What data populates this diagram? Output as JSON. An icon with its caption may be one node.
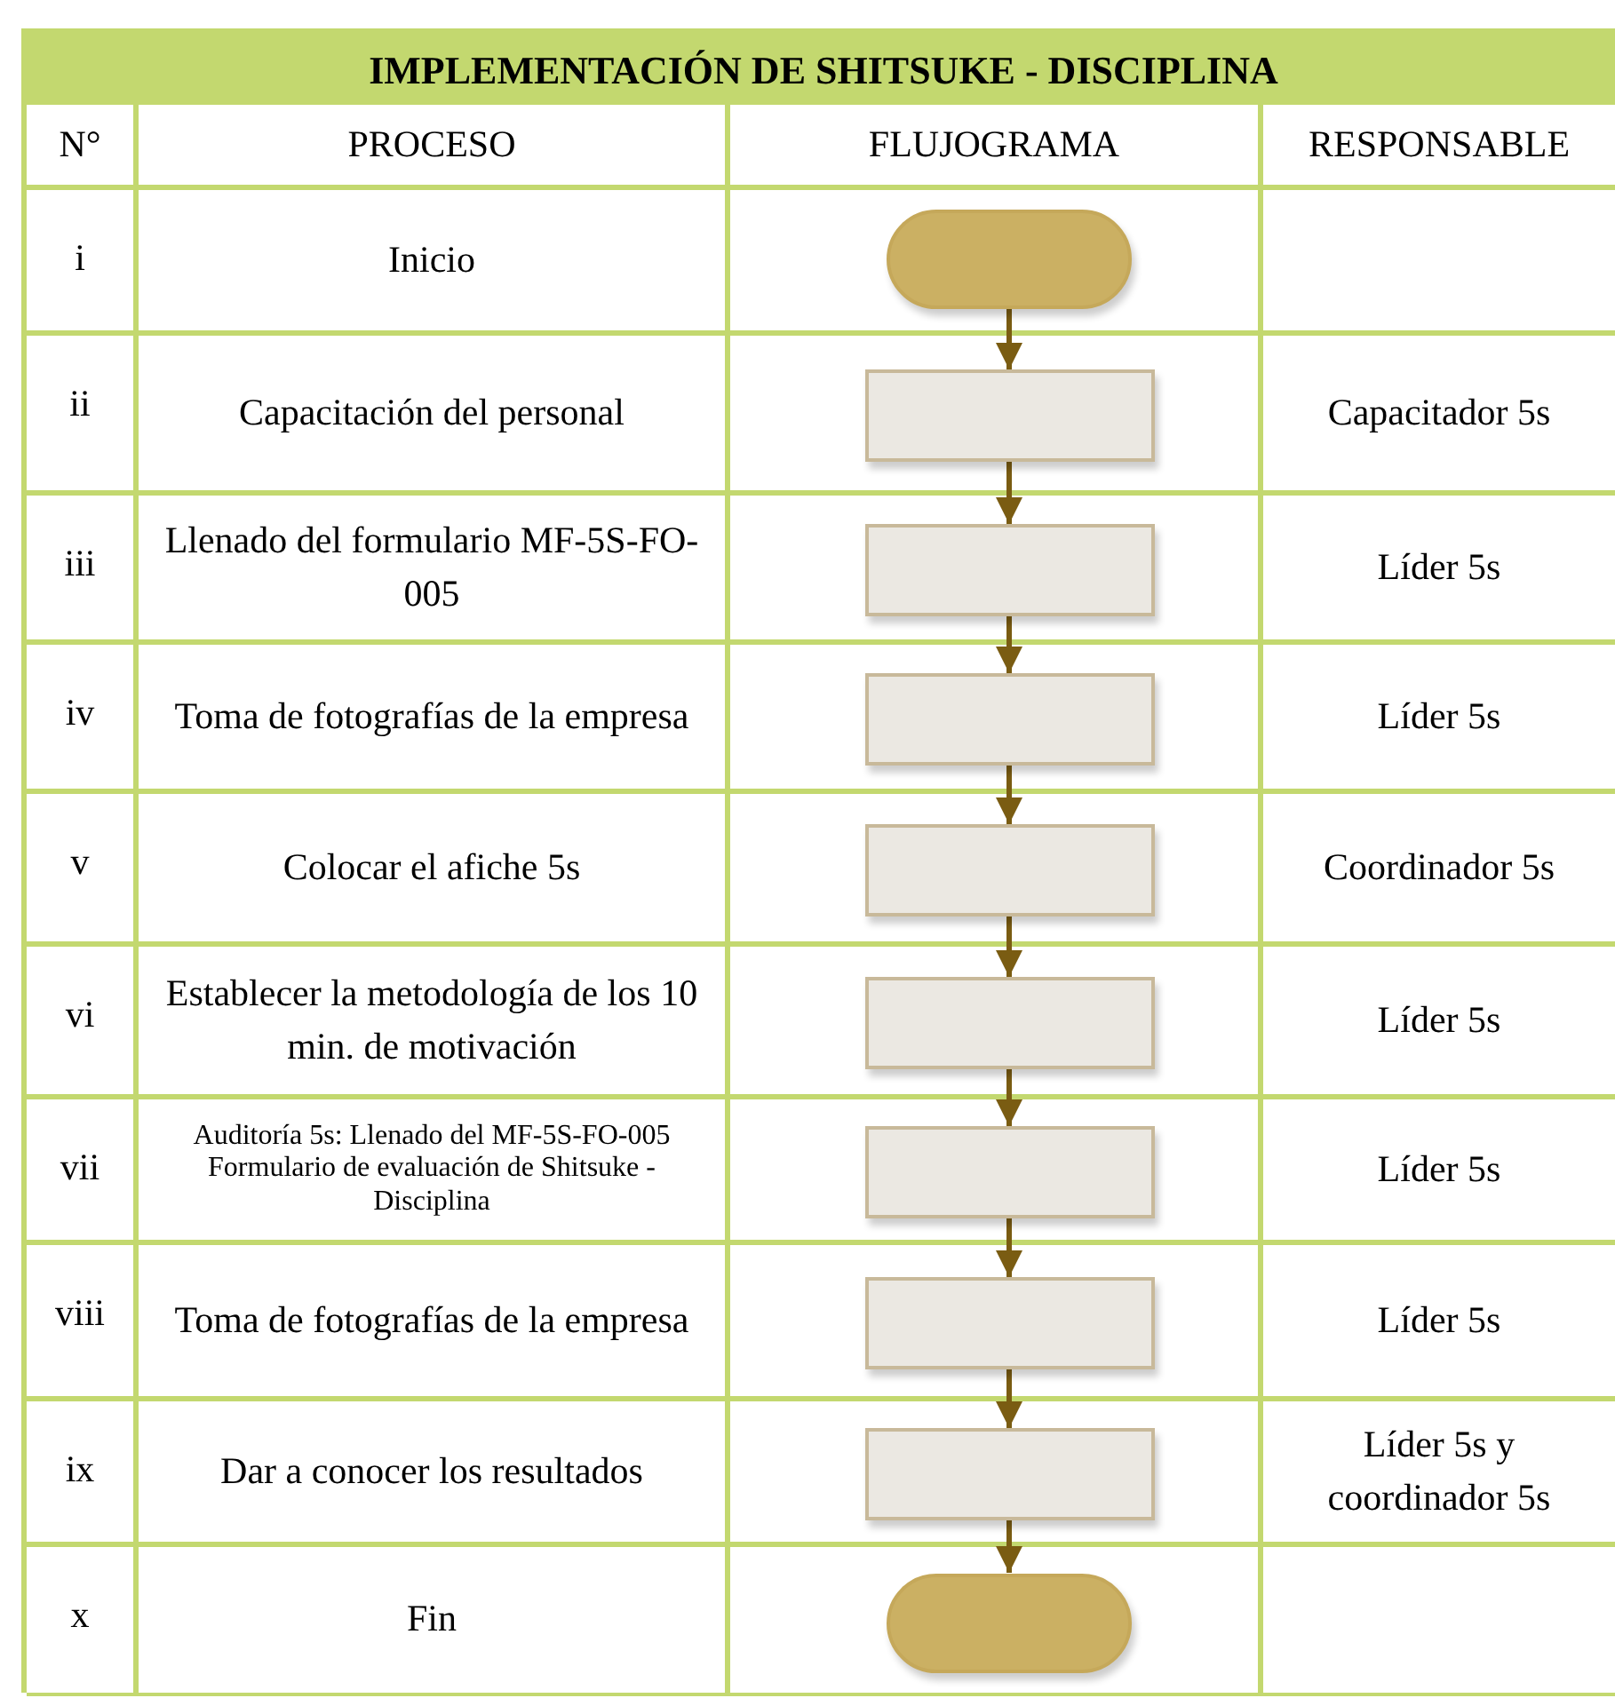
{
  "diagram": {
    "title": "IMPLEMENTACIÓN DE SHITSUKE - DISCIPLINA",
    "nodes": [
      {
        "text": [],
        "shape": "oval"
      },
      {
        "text": [],
        "shape": "box"
      },
      {
        "text": [],
        "shape": "box"
      },
      {
        "text": [],
        "shape": "box"
      },
      {
        "text": [],
        "shape": "box"
      },
      {
        "text": [],
        "shape": "box"
      },
      {
        "text": [],
        "shape": "box"
      },
      {
        "text": [],
        "shape": "box"
      },
      {
        "text": [],
        "shape": "box"
      },
      {
        "text": [],
        "shape": "oval"
      }
    ],
    "edges": [
      {
        "from": 0,
        "to": 1,
        "arrow": "to"
      },
      {
        "from": 1,
        "to": 2,
        "arrow": "to"
      },
      {
        "from": 2,
        "to": 3,
        "arrow": "to"
      },
      {
        "from": 3,
        "to": 4,
        "arrow": "to"
      },
      {
        "from": 4,
        "to": 5,
        "arrow": "to"
      },
      {
        "from": 5,
        "to": 6,
        "arrow": "to"
      },
      {
        "from": 6,
        "to": 7,
        "arrow": "to"
      },
      {
        "from": 7,
        "to": 8,
        "arrow": "to"
      },
      {
        "from": 8,
        "to": 9,
        "arrow": "to"
      }
    ],
    "labels": [
      "N°",
      "PROCESO",
      "FLUJOGRAMA",
      "RESPONSABLE",
      "i",
      "Inicio",
      "ii",
      "Capacitación del personal",
      "Capacitador 5s",
      "iii",
      "Llenado del formulario MF-5S-FO-005",
      "Líder 5s",
      "iv",
      "Toma de fotografías de la empresa",
      "Líder 5s",
      "v",
      "Colocar el afiche 5s",
      "Coordinador 5s",
      "vi",
      "Establecer la metodología de los 10 min. de motivación",
      "Líder 5s",
      "vii",
      "Auditoría 5s: Llenado del MF-5S-FO-005 Formulario de evaluación de Shitsuke - Disciplina",
      "Líder 5s",
      "viii",
      "Toma de fotografías de la empresa",
      "Líder 5s",
      "ix",
      "Dar a conocer los resultados",
      "Líder 5s y coordinador 5s",
      "x",
      "Fin"
    ]
  }
}
